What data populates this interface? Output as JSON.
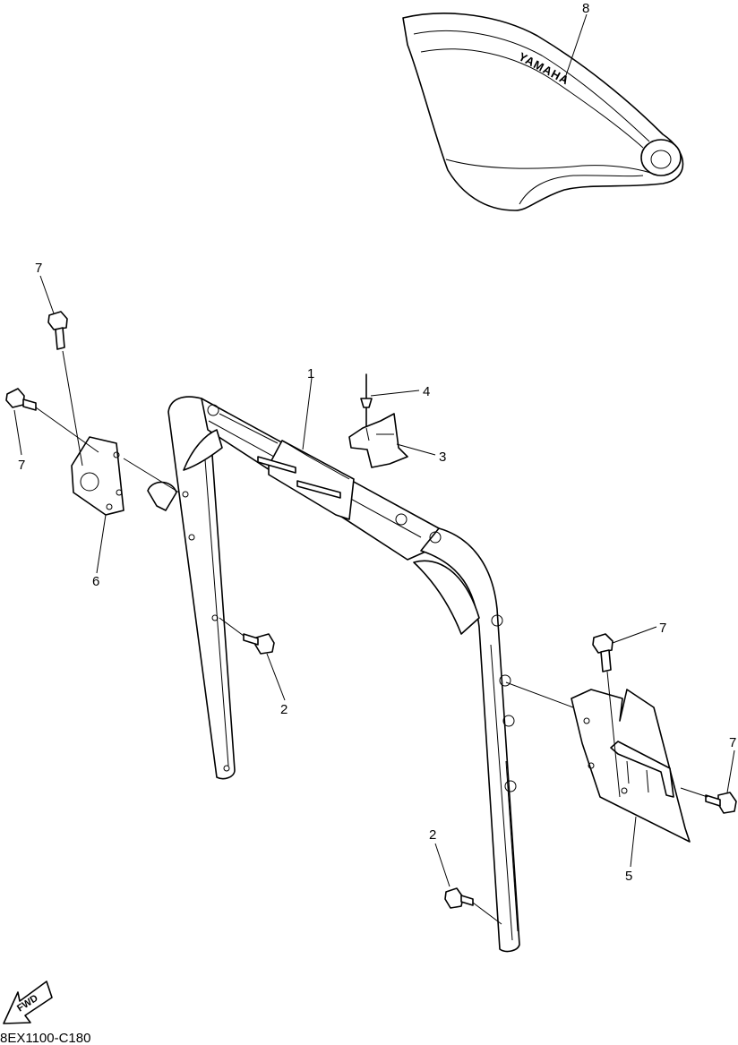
{
  "diagram": {
    "callouts": {
      "c1": "1",
      "c2a": "2",
      "c2b": "2",
      "c3": "3",
      "c4": "4",
      "c5": "5",
      "c6": "6",
      "c7a": "7",
      "c7b": "7",
      "c7c": "7",
      "c7d": "7",
      "c8": "8"
    },
    "seat_brand": "YAMAHA",
    "fwd_label": "FWD",
    "drawing_code": "8EX1100-C180"
  }
}
